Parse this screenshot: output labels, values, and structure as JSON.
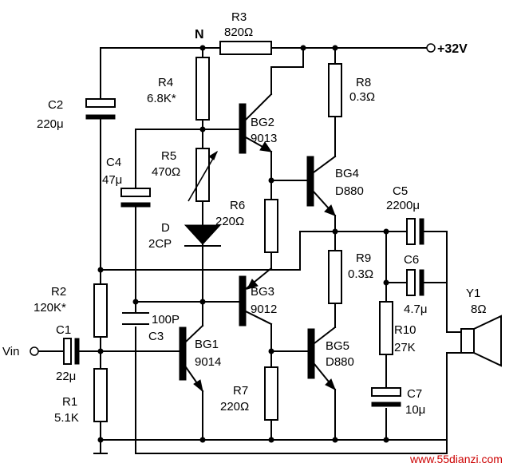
{
  "rail": {
    "supply": "+32V",
    "node": "N"
  },
  "components": {
    "r1": {
      "ref": "R1",
      "value": "5.1K"
    },
    "r2": {
      "ref": "R2",
      "value": "120K*"
    },
    "r3": {
      "ref": "R3",
      "value": "820Ω"
    },
    "r4": {
      "ref": "R4",
      "value": "6.8K*"
    },
    "r5": {
      "ref": "R5",
      "value": "470Ω"
    },
    "r6": {
      "ref": "R6",
      "value": "220Ω"
    },
    "r7": {
      "ref": "R7",
      "value": "220Ω"
    },
    "r8": {
      "ref": "R8",
      "value": "0.3Ω"
    },
    "r9": {
      "ref": "R9",
      "value": "0.3Ω"
    },
    "r10": {
      "ref": "R10",
      "value": "27K"
    },
    "c1": {
      "ref": "C1",
      "value": "22μ"
    },
    "c2": {
      "ref": "C2",
      "value": "220μ"
    },
    "c3": {
      "ref": "C3",
      "value": "100P"
    },
    "c4": {
      "ref": "C4",
      "value": "47μ"
    },
    "c5": {
      "ref": "C5",
      "value": "2200μ"
    },
    "c6": {
      "ref": "C6",
      "value": "4.7μ"
    },
    "c7": {
      "ref": "C7",
      "value": "10μ"
    },
    "d": {
      "ref": "D",
      "value": "2CP"
    },
    "bg1": {
      "ref": "BG1",
      "value": "9014"
    },
    "bg2": {
      "ref": "BG2",
      "value": "9013"
    },
    "bg3": {
      "ref": "BG3",
      "value": "9012"
    },
    "bg4": {
      "ref": "BG4",
      "value": "D880"
    },
    "bg5": {
      "ref": "BG5",
      "value": "D880"
    },
    "y1": {
      "ref": "Y1",
      "value": "8Ω"
    }
  },
  "input": {
    "label": "Vin"
  },
  "watermark": "www.55dianzi.com",
  "colors": {
    "ink": "#000000",
    "paper": "#ffffff",
    "watermark": "#cc0000"
  }
}
